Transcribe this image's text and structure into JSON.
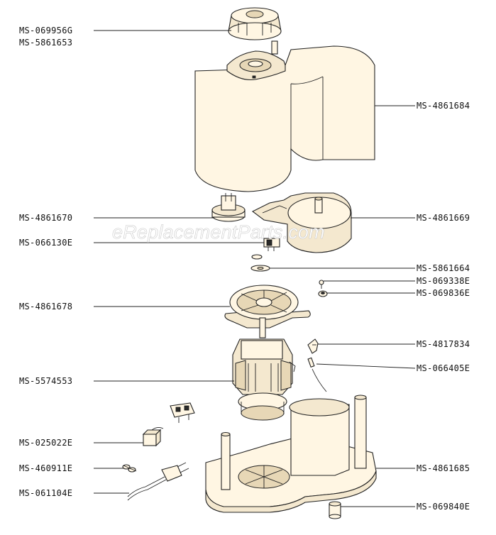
{
  "watermark": "eReplacementParts.com",
  "labels_left": [
    {
      "id": "bowl-cap",
      "text": "MS-069956G"
    },
    {
      "id": "bowl-cap-alt",
      "text": "MS-5861653"
    },
    {
      "id": "coupler",
      "text": "MS-4861670"
    },
    {
      "id": "switch",
      "text": "MS-066130E"
    },
    {
      "id": "motor-bracket",
      "text": "MS-4861678"
    },
    {
      "id": "motor",
      "text": "MS-5574553"
    },
    {
      "id": "capacitor",
      "text": "MS-025022E"
    },
    {
      "id": "cord-clamp",
      "text": "MS-460911E"
    },
    {
      "id": "power-cord",
      "text": "MS-061104E"
    }
  ],
  "labels_right": [
    {
      "id": "bowl",
      "text": "MS-4861684"
    },
    {
      "id": "gear-cover",
      "text": "MS-4861669"
    },
    {
      "id": "washer",
      "text": "MS-5861664"
    },
    {
      "id": "screw",
      "text": "MS-069338E"
    },
    {
      "id": "nut",
      "text": "MS-069836E"
    },
    {
      "id": "clip",
      "text": "MS-4817834"
    },
    {
      "id": "fuse",
      "text": "MS-066405E"
    },
    {
      "id": "base",
      "text": "MS-4861685"
    },
    {
      "id": "foot",
      "text": "MS-069840E"
    }
  ],
  "colors": {
    "part_fill": "#fff6e3",
    "shade_fill": "#f4e8cf",
    "line": "#222222"
  }
}
